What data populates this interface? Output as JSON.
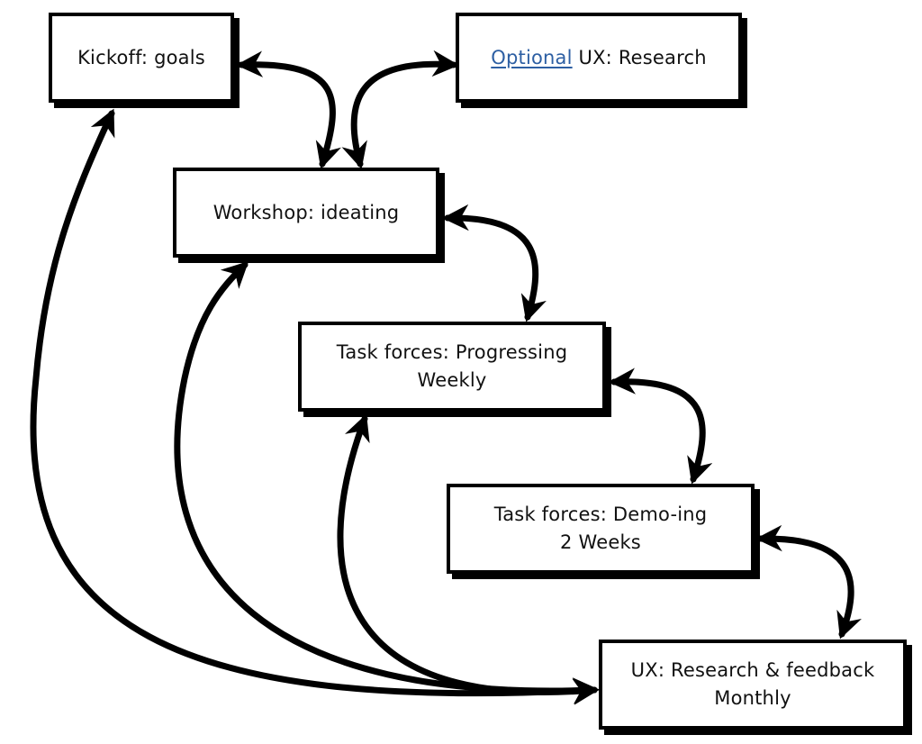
{
  "diagram": {
    "type": "flow",
    "style": "hand-drawn",
    "colors": {
      "stroke": "#000000",
      "link": "#2d5fa3",
      "background": "#ffffff"
    },
    "nodes": [
      {
        "id": "kickoff",
        "lines": [
          "Kickoff: goals"
        ]
      },
      {
        "id": "optional",
        "link_text": "Optional",
        "rest": " UX: Research"
      },
      {
        "id": "workshop",
        "lines": [
          "Workshop: ideating"
        ]
      },
      {
        "id": "progress",
        "lines": [
          "Task forces: Progressing",
          "Weekly"
        ]
      },
      {
        "id": "demo",
        "lines": [
          "Task forces: Demo-ing",
          "2 Weeks"
        ]
      },
      {
        "id": "ux",
        "lines": [
          "UX: Research & feedback",
          "Monthly"
        ]
      }
    ],
    "edges": [
      {
        "from": "kickoff",
        "to": "workshop",
        "direction": "both"
      },
      {
        "from": "workshop",
        "to": "optional",
        "direction": "both"
      },
      {
        "from": "workshop",
        "to": "progress",
        "direction": "both"
      },
      {
        "from": "progress",
        "to": "demo",
        "direction": "both"
      },
      {
        "from": "demo",
        "to": "ux",
        "direction": "both"
      },
      {
        "from": "ux",
        "to": "kickoff",
        "direction": "forward-both"
      },
      {
        "from": "ux",
        "to": "workshop",
        "direction": "forward-both"
      },
      {
        "from": "ux",
        "to": "progress",
        "direction": "forward-both"
      }
    ]
  }
}
